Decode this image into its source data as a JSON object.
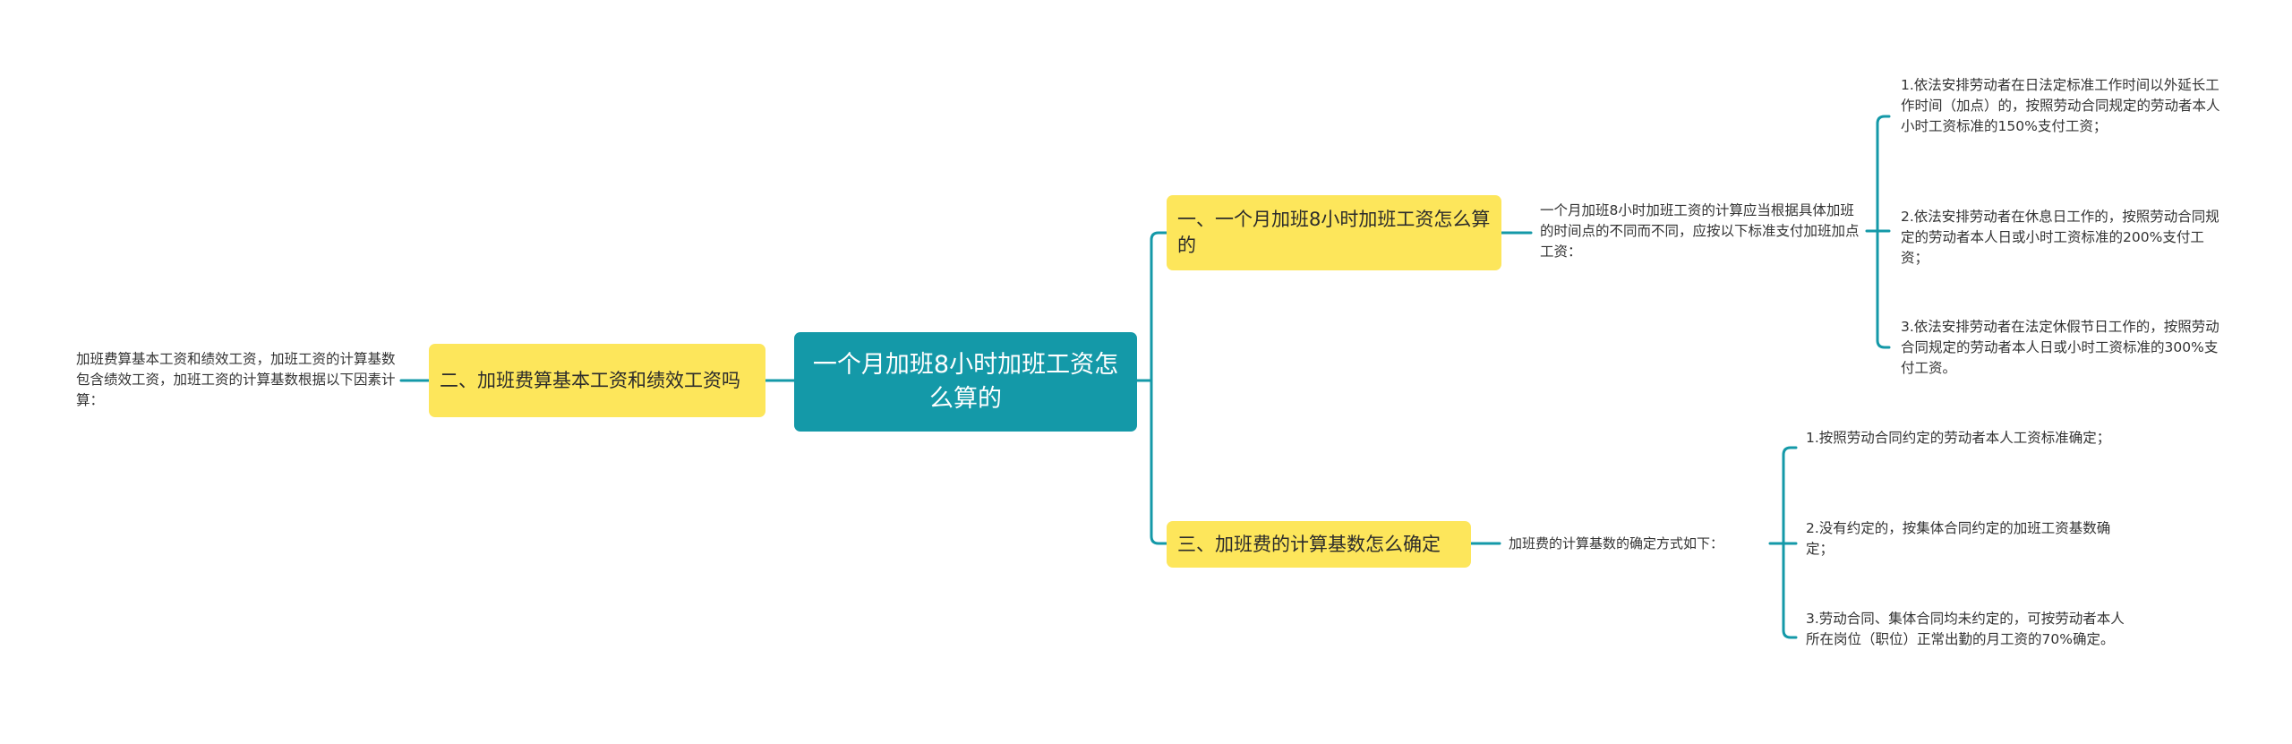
{
  "colors": {
    "root_bg": "#1499a8",
    "branch_bg": "#fde65b",
    "connector": "#1499a8",
    "text": "#333333"
  },
  "root": {
    "label": "一个月加班8小时加班工资怎么算的"
  },
  "branches": [
    {
      "id": "b1",
      "label": "一、一个月加班8小时加班工资怎么算的",
      "side": "right",
      "description": "一个月加班8小时加班工资的计算应当根据具体加班的时间点的不同而不同，应按以下标准支付加班加点工资：",
      "leaves": [
        "1.依法安排劳动者在日法定标准工作时间以外延长工作时间（加点）的，按照劳动合同规定的劳动者本人小时工资标准的150%支付工资；",
        "2.依法安排劳动者在休息日工作的，按照劳动合同规定的劳动者本人日或小时工资标准的200%支付工资；",
        "3.依法安排劳动者在法定休假节日工作的，按照劳动合同规定的劳动者本人日或小时工资标准的300%支付工资。"
      ]
    },
    {
      "id": "b2",
      "label": "二、加班费算基本工资和绩效工资吗",
      "side": "left",
      "description": "加班费算基本工资和绩效工资，加班工资的计算基数包含绩效工资，加班工资的计算基数根据以下因素计算：",
      "leaves": []
    },
    {
      "id": "b3",
      "label": "三、加班费的计算基数怎么确定",
      "side": "right",
      "description": "加班费的计算基数的确定方式如下：",
      "leaves": [
        "1.按照劳动合同约定的劳动者本人工资标准确定；",
        "2.没有约定的，按集体合同约定的加班工资基数确定；",
        "3.劳动合同、集体合同均未约定的，可按劳动者本人所在岗位（职位）正常出勤的月工资的70%确定。"
      ]
    }
  ]
}
